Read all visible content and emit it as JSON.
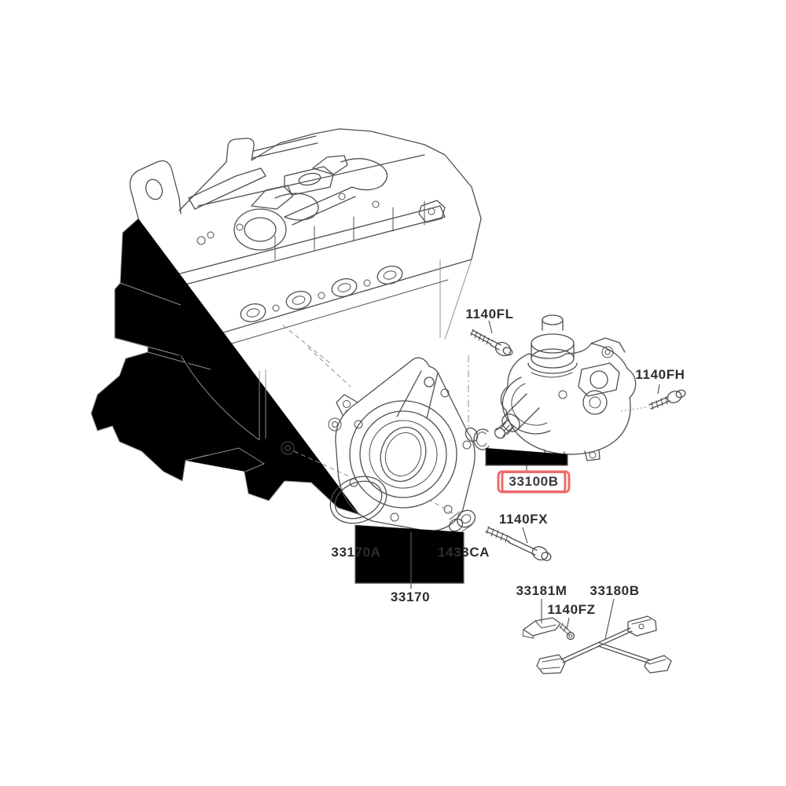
{
  "diagram": {
    "background_color": "#ffffff",
    "line_color": "#4f4f4f",
    "highlight_box_color": "#ee6b6b",
    "label_text_color": "#2e2e2e",
    "parts": [
      {
        "code": "1140FL",
        "highlighted": false
      },
      {
        "code": "1140FH",
        "highlighted": false
      },
      {
        "code": "33100B",
        "highlighted": true
      },
      {
        "code": "1140FX",
        "highlighted": false
      },
      {
        "code": "33170A",
        "highlighted": false
      },
      {
        "code": "1433CA",
        "highlighted": false
      },
      {
        "code": "33170",
        "highlighted": false
      },
      {
        "code": "33181M",
        "highlighted": false
      },
      {
        "code": "33180B",
        "highlighted": false
      },
      {
        "code": "1140FZ",
        "highlighted": false
      }
    ]
  }
}
